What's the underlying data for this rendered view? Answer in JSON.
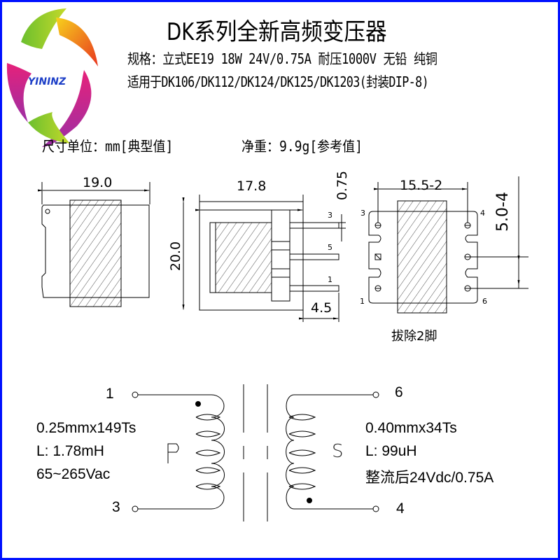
{
  "logo": {
    "brand": "YININZ"
  },
  "header": {
    "title": "DK系列全新高频变压器",
    "spec": "规格：立式EE19 18W 24V/0.75A 耐压1000V 无铅 纯铜",
    "applicable": "适用于DK106/DK112/DK124/DK125/DK1203(封装DIP-8)"
  },
  "info": {
    "unit": "尺寸单位：mm[典型值]",
    "weight": "净重：9.9g[参考值]"
  },
  "drawing": {
    "front_width": "19.0",
    "side_width": "17.8",
    "side_height": "20.0",
    "pin_diameter": "0.75",
    "pin_length": "4.5",
    "bottom_pin_span": "15.5-2",
    "bottom_pin_pitch": "5.0-4",
    "side_pins": [
      "3",
      "5",
      "1"
    ],
    "bottom_pins": [
      "3",
      "4",
      "1",
      "6"
    ],
    "note": "拔除2脚"
  },
  "schematic": {
    "primary": {
      "pin_top": "1",
      "pin_bottom": "3",
      "label": "P",
      "wire": "0.25mmx149Ts",
      "inductance": "L: 1.78mH",
      "input": "65~265Vac"
    },
    "secondary": {
      "pin_top": "6",
      "pin_bottom": "4",
      "label": "S",
      "wire": "0.40mmx34Ts",
      "inductance": "L: 99uH",
      "output": "整流后24Vdc/0.75A"
    }
  }
}
